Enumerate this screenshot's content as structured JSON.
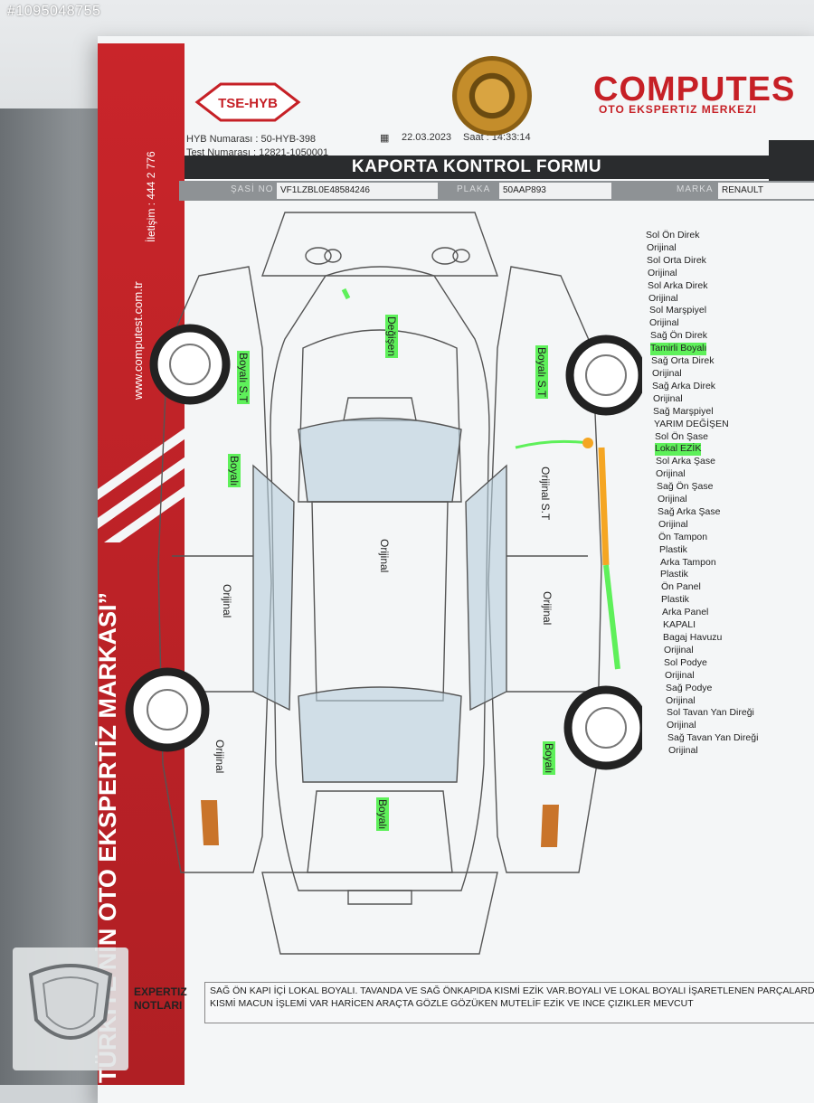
{
  "overlay": {
    "listing_id": "#1095048755"
  },
  "header": {
    "tse_logo": "TSE-HYB",
    "hyb_no": "HYB Numarası : 50-HYB-398",
    "test_no": "Test Numarası : 12821-1050001",
    "date": "22.03.2023",
    "time": "Saat : 14:33:14",
    "brand_logo": "COMPUTES",
    "brand_sub": "OTO EKSPERTIZ MERKEZI",
    "form_title": "KAPORTA KONTROL FORMU"
  },
  "vehicle": {
    "sasi_label": "ŞASİ NO",
    "sasi_value": "VF1LZBL0E48584246",
    "plaka_label": "PLAKA",
    "plaka_value": "50AAP893",
    "marka_label": "MARKA",
    "marka_value": "RENAULT"
  },
  "side_text": {
    "phone": "İletişim : 444 2 776",
    "website": "www.computest.com.tr",
    "slogan": "TÜRKİYE'NİN OTO EKSPERTİZ MARKASI”"
  },
  "car_labels": {
    "hood": "Değişen",
    "roof": "Orijinal",
    "trunk": "Boyalı",
    "left_front_fender": "Boyalı S.T",
    "left_front_door": "Boyalı",
    "left_rear_door": "Orijinal",
    "left_rear_fender": "Orijinal",
    "right_front_fender": "Boyalı S.T",
    "right_front_door": "Orijinal S.T",
    "right_rear_door": "Orijinal",
    "right_rear_fender": "Boyalı"
  },
  "parts_list": [
    {
      "text": "Sol Ön Direk",
      "hl": false
    },
    {
      "text": "Orijinal",
      "hl": false
    },
    {
      "text": "Sol Orta Direk",
      "hl": false
    },
    {
      "text": "Orijinal",
      "hl": false
    },
    {
      "text": "Sol Arka Direk",
      "hl": false
    },
    {
      "text": "Orijinal",
      "hl": false
    },
    {
      "text": "Sol Marşpiyel",
      "hl": false
    },
    {
      "text": "Orijinal",
      "hl": false
    },
    {
      "text": "Sağ Ön Direk",
      "hl": false
    },
    {
      "text": "Tamirli Boyalı",
      "hl": true
    },
    {
      "text": "Sağ Orta Direk",
      "hl": false
    },
    {
      "text": "Orijinal",
      "hl": false
    },
    {
      "text": "Sağ Arka Direk",
      "hl": false
    },
    {
      "text": "Orijinal",
      "hl": false
    },
    {
      "text": "Sağ Marşpiyel",
      "hl": false
    },
    {
      "text": "YARIM DEĞİŞEN",
      "hl": false
    },
    {
      "text": "Sol Ön Şase",
      "hl": false
    },
    {
      "text": "Lokal EZİK",
      "hl": true
    },
    {
      "text": "Sol Arka Şase",
      "hl": false
    },
    {
      "text": "Orijinal",
      "hl": false
    },
    {
      "text": "Sağ Ön Şase",
      "hl": false
    },
    {
      "text": "Orijinal",
      "hl": false
    },
    {
      "text": "Sağ Arka Şase",
      "hl": false
    },
    {
      "text": "Orijinal",
      "hl": false
    },
    {
      "text": "Ön Tampon",
      "hl": false
    },
    {
      "text": "Plastik",
      "hl": false
    },
    {
      "text": "Arka Tampon",
      "hl": false
    },
    {
      "text": "Plastik",
      "hl": false
    },
    {
      "text": "Ön Panel",
      "hl": false
    },
    {
      "text": "Plastik",
      "hl": false
    },
    {
      "text": "Arka Panel",
      "hl": false
    },
    {
      "text": "KAPALI",
      "hl": false
    },
    {
      "text": "Bagaj Havuzu",
      "hl": false
    },
    {
      "text": "Orijinal",
      "hl": false
    },
    {
      "text": "Sol Podye",
      "hl": false
    },
    {
      "text": "Orijinal",
      "hl": false
    },
    {
      "text": "Sağ Podye",
      "hl": false
    },
    {
      "text": "Orijinal",
      "hl": false
    },
    {
      "text": "Sol Tavan Yan Direği",
      "hl": false
    },
    {
      "text": "Orijinal",
      "hl": false
    },
    {
      "text": "Sağ Tavan Yan Direği",
      "hl": false
    },
    {
      "text": "Orijinal",
      "hl": false
    }
  ],
  "notes": {
    "label_line1": "EXPERTIZ",
    "label_line2": "NOTLARI",
    "line1": "SAĞ ÖN KAPI İÇİ LOKAL BOYALI. TAVANDA VE SAĞ ÖNKAPIDA  KISMİ EZİK VAR.BOYALI VE LOKAL BOYALI  İŞARETLENEN PARÇALARDA",
    "line2": "KISMİ MACUN İŞLEMİ VAR HARİCEN ARAÇTA GÖZLE GÖZÜKEN MUTELİF EZİK VE INCE  ÇIZIKLER MEVCUT"
  },
  "colors": {
    "red": "#c62026",
    "highlight": "#5ef05a",
    "orange": "#f5a623",
    "dark": "#2a2c2e"
  }
}
